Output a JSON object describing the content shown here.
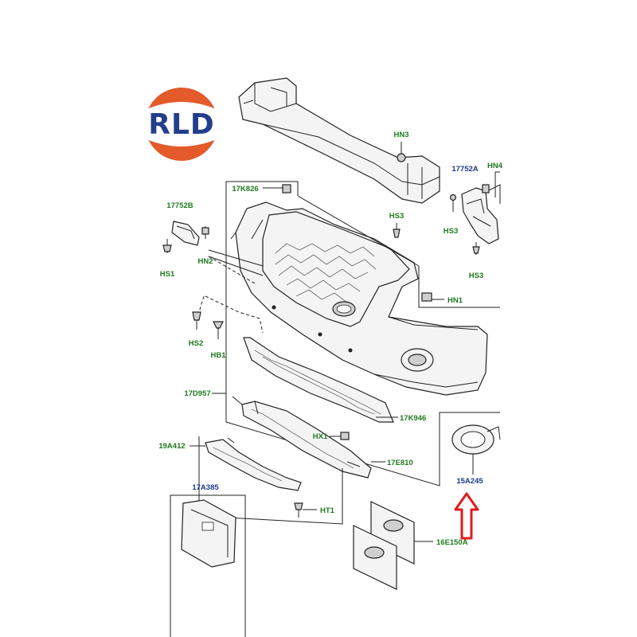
{
  "logo": {
    "text": "RLD",
    "colors": {
      "ring": "#e35a2b",
      "inner": "#ffffff",
      "text": "#233e8b"
    }
  },
  "arrow": {
    "color": "#e01b1b"
  },
  "labels": {
    "HN3": "HN3",
    "17752A": "17752A",
    "HN4": "HN4",
    "17K826": "17K826",
    "17752B": "17752B",
    "HS3_center": "HS3",
    "HS3_right_upper": "HS3",
    "HS3_right_lower": "HS3",
    "HS1": "HS1",
    "HN2": "HN2",
    "HN1": "HN1",
    "HS2": "HS2",
    "HB1": "HB1",
    "17D957": "17D957",
    "17K946": "17K946",
    "HX1": "HX1",
    "19A412": "19A412",
    "17E810": "17E810",
    "15A245": "15A245",
    "17A385": "17A385",
    "HT1": "HT1",
    "16E150A": "16E150A"
  }
}
